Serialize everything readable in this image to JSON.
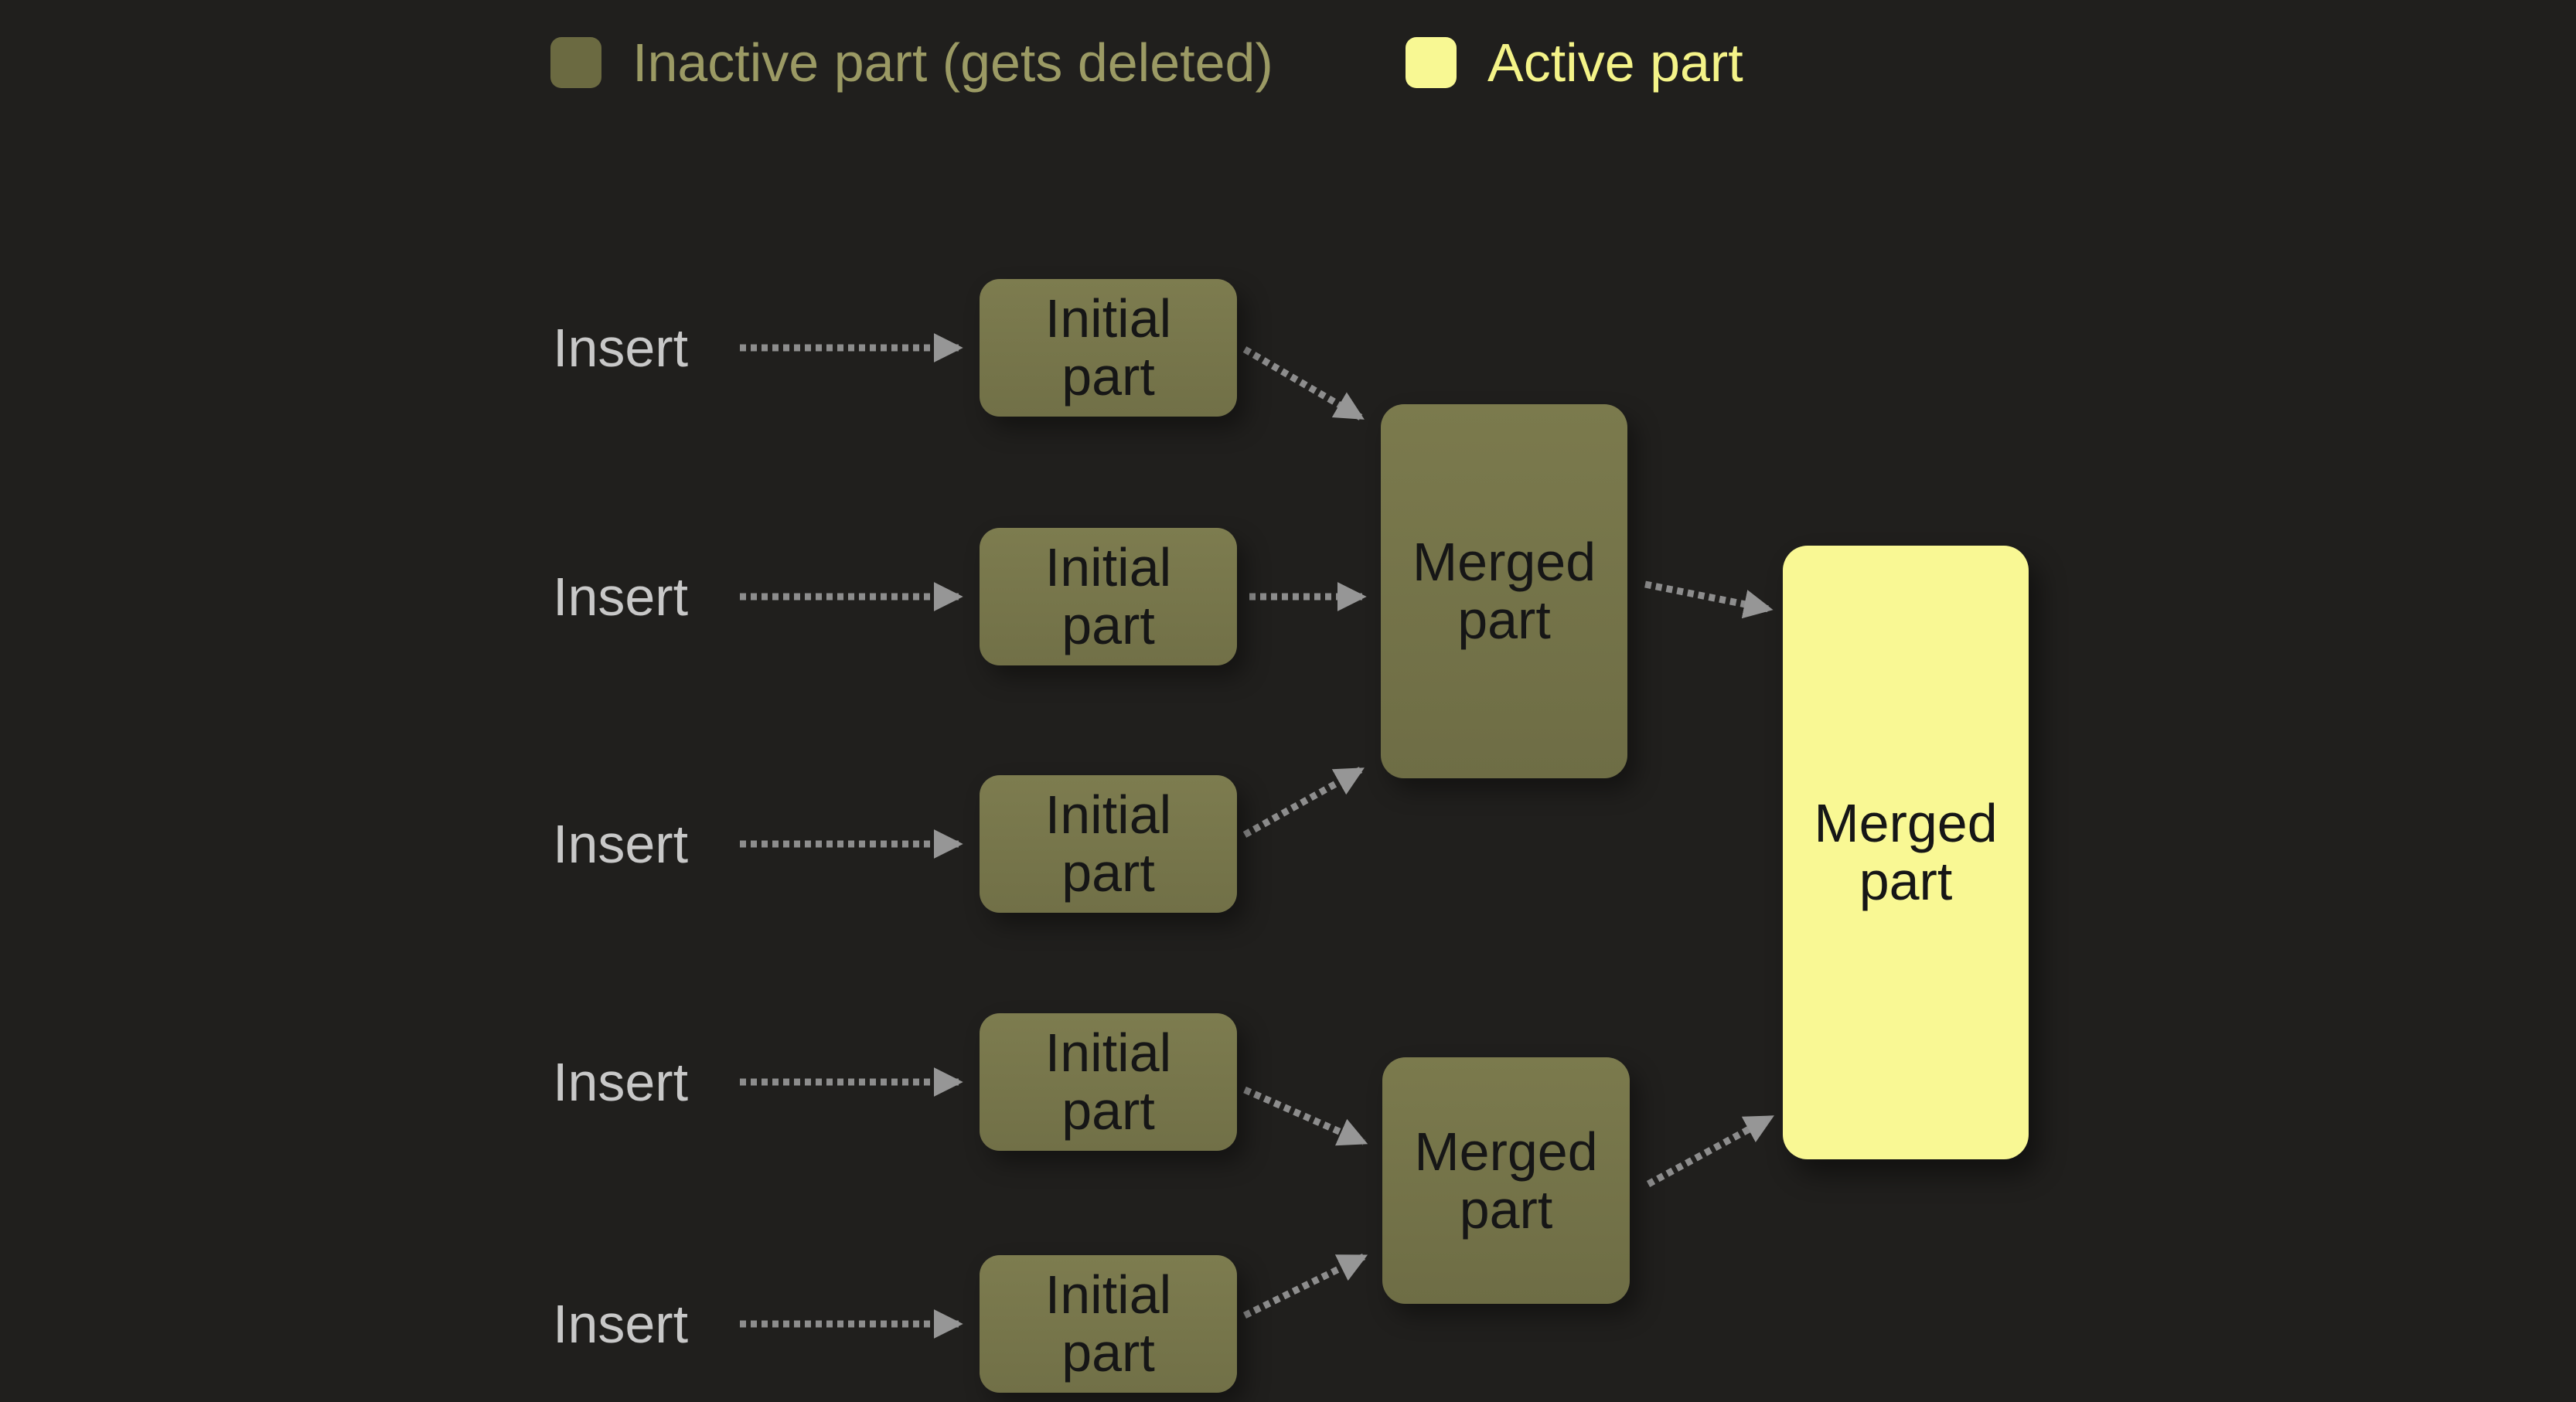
{
  "colors": {
    "background": "#201f1d",
    "inactive_fill": "#75744a",
    "inactive_legend_text": "#9b9a64",
    "active_fill": "#f9f894",
    "active_legend_text": "#f4f388",
    "insert_text": "#c8c8c8",
    "node_text": "#161616",
    "arrow": "#8d8d8d"
  },
  "legend": {
    "items": [
      {
        "label": "Inactive part (gets deleted)",
        "swatch_color": "#6b6a41",
        "label_color": "#9b9a64"
      },
      {
        "label": "Active part",
        "swatch_color": "#f8f893",
        "label_color": "#f4f388"
      }
    ]
  },
  "diagram": {
    "rows": [
      {
        "insert_label": "Insert",
        "node_label": "Initial part"
      },
      {
        "insert_label": "Insert",
        "node_label": "Initial part"
      },
      {
        "insert_label": "Insert",
        "node_label": "Initial part"
      },
      {
        "insert_label": "Insert",
        "node_label": "Initial part"
      },
      {
        "insert_label": "Insert",
        "node_label": "Initial part"
      }
    ],
    "merged_nodes": [
      {
        "label": "Merged part"
      },
      {
        "label": "Merged part"
      }
    ],
    "final_node": {
      "label": "Merged part"
    },
    "edges": [
      {
        "from": "insert-1",
        "to": "initial-part-1",
        "style": "dotted-arrow"
      },
      {
        "from": "insert-2",
        "to": "initial-part-2",
        "style": "dotted-arrow"
      },
      {
        "from": "insert-3",
        "to": "initial-part-3",
        "style": "dotted-arrow"
      },
      {
        "from": "insert-4",
        "to": "initial-part-4",
        "style": "dotted-arrow"
      },
      {
        "from": "insert-5",
        "to": "initial-part-5",
        "style": "dotted-arrow"
      },
      {
        "from": "initial-part-1",
        "to": "merged-part-1",
        "style": "dotted-arrow"
      },
      {
        "from": "initial-part-2",
        "to": "merged-part-1",
        "style": "dotted-arrow"
      },
      {
        "from": "initial-part-3",
        "to": "merged-part-1",
        "style": "dotted-arrow"
      },
      {
        "from": "initial-part-4",
        "to": "merged-part-2",
        "style": "dotted-arrow"
      },
      {
        "from": "initial-part-5",
        "to": "merged-part-2",
        "style": "dotted-arrow"
      },
      {
        "from": "merged-part-1",
        "to": "final-merged-part",
        "style": "dotted-arrow"
      },
      {
        "from": "merged-part-2",
        "to": "final-merged-part",
        "style": "dotted-arrow"
      }
    ]
  }
}
